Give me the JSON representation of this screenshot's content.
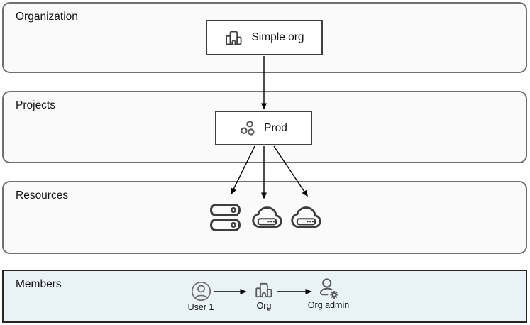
{
  "organization": {
    "label": "Organization",
    "node": {
      "label": "Simple org",
      "icon": "org-building-icon"
    }
  },
  "projects": {
    "label": "Projects",
    "node": {
      "label": "Prod",
      "icon": "project-dots-icon"
    }
  },
  "resources": {
    "label": "Resources",
    "icons": [
      "server-stack-icon",
      "cloud-server-icon",
      "cloud-server-icon"
    ]
  },
  "members": {
    "label": "Members",
    "flow": [
      {
        "label": "User 1",
        "icon": "user-circle-icon"
      },
      {
        "label": "Org",
        "icon": "org-building-icon"
      },
      {
        "label": "Org admin",
        "icon": "user-admin-gear-icon"
      }
    ]
  },
  "edges": [
    {
      "from": "Simple org",
      "to": "Prod"
    },
    {
      "from": "Prod",
      "to": "server-stack"
    },
    {
      "from": "Prod",
      "to": "cloud-server-1"
    },
    {
      "from": "Prod",
      "to": "cloud-server-2"
    },
    {
      "from": "User 1",
      "to": "Org"
    },
    {
      "from": "Org",
      "to": "Org admin"
    }
  ],
  "colors": {
    "section_bg": "#fafafa",
    "section_border": "#6f6f6f",
    "members_bg": "#e9f2f7",
    "members_border": "#262626",
    "node_border": "#3f3f3f",
    "icon_gray": "#595959",
    "arrow": "#000000"
  }
}
